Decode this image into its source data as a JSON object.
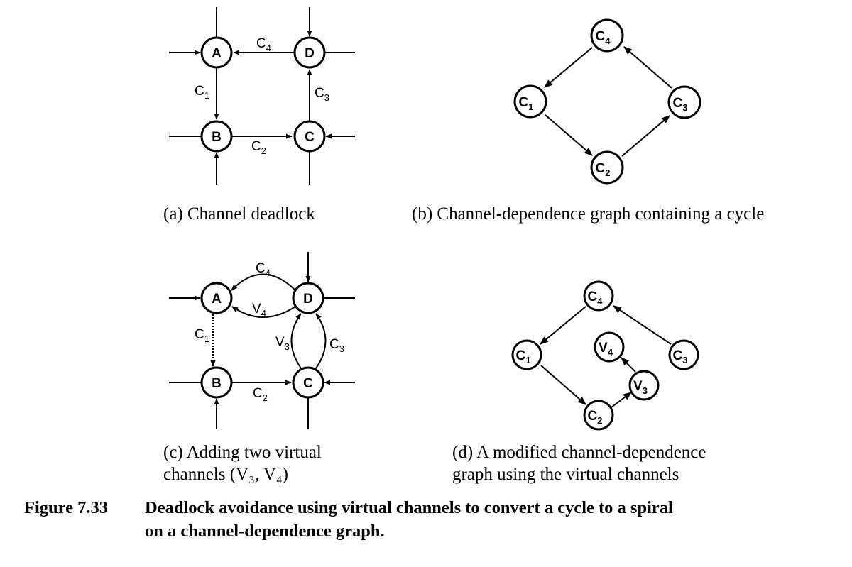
{
  "captions": {
    "a": "(a) Channel deadlock",
    "b": "(b) Channel-dependence graph containing a cycle",
    "c_line1": "(c) Adding two virtual",
    "c_line2": "channels (V₃, V₄)",
    "d_line1": "(d) A modified channel-dependence",
    "d_line2": "graph using the virtual channels"
  },
  "figure_caption": {
    "label": "Figure 7.33",
    "line1": "Deadlock avoidance using virtual channels to convert a cycle to a spiral",
    "line2": "on a channel-dependence graph."
  },
  "panel_a": {
    "nodes": [
      "A",
      "B",
      "C",
      "D"
    ],
    "edge_labels": [
      {
        "main": "C",
        "sub": "4"
      },
      {
        "main": "C",
        "sub": "1"
      },
      {
        "main": "C",
        "sub": "2"
      },
      {
        "main": "C",
        "sub": "3"
      }
    ]
  },
  "panel_b": {
    "nodes": [
      {
        "main": "C",
        "sub": "4"
      },
      {
        "main": "C",
        "sub": "1"
      },
      {
        "main": "C",
        "sub": "2"
      },
      {
        "main": "C",
        "sub": "3"
      }
    ]
  },
  "panel_c": {
    "nodes": [
      "A",
      "B",
      "C",
      "D"
    ],
    "edge_labels": [
      {
        "main": "C",
        "sub": "4"
      },
      {
        "main": "V",
        "sub": "4"
      },
      {
        "main": "C",
        "sub": "1"
      },
      {
        "main": "C",
        "sub": "2"
      },
      {
        "main": "V",
        "sub": "3"
      },
      {
        "main": "C",
        "sub": "3"
      }
    ]
  },
  "panel_d": {
    "nodes": [
      {
        "main": "C",
        "sub": "4"
      },
      {
        "main": "C",
        "sub": "1"
      },
      {
        "main": "C",
        "sub": "2"
      },
      {
        "main": "C",
        "sub": "3"
      },
      {
        "main": "V",
        "sub": "4"
      },
      {
        "main": "V",
        "sub": "3"
      }
    ]
  }
}
